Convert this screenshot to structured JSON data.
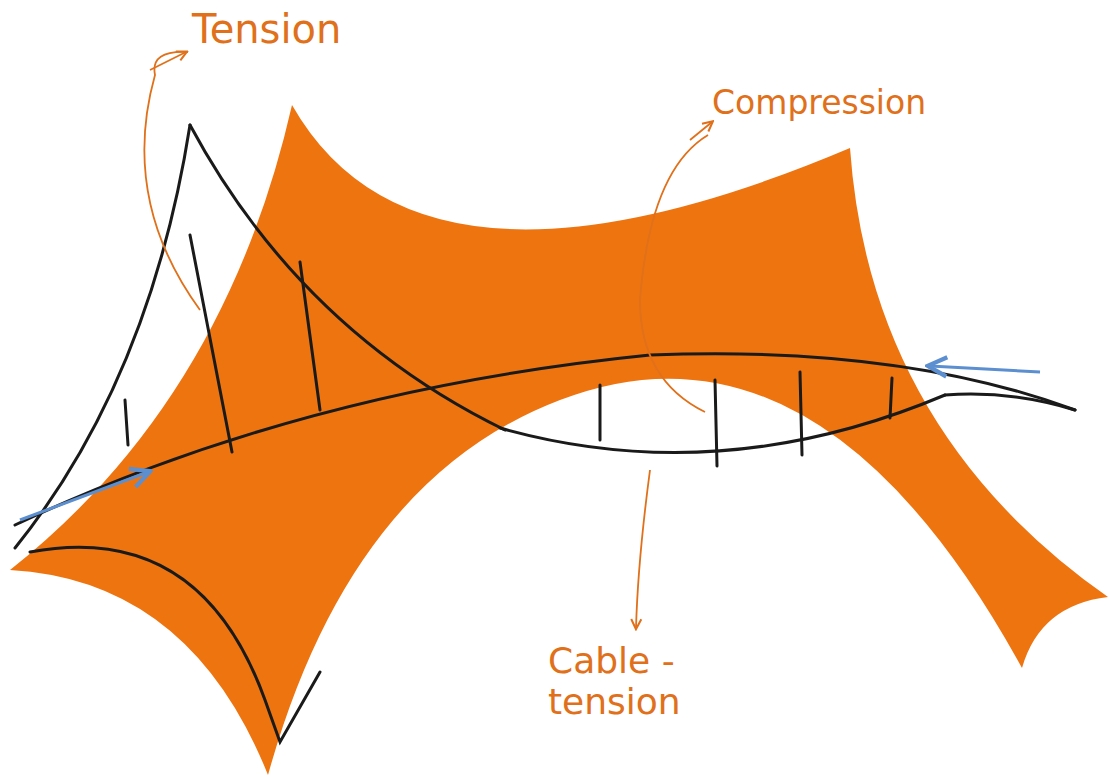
{
  "diagram": {
    "labels": [
      "Tension",
      "Compression",
      "Cable - tension"
    ]
  }
}
